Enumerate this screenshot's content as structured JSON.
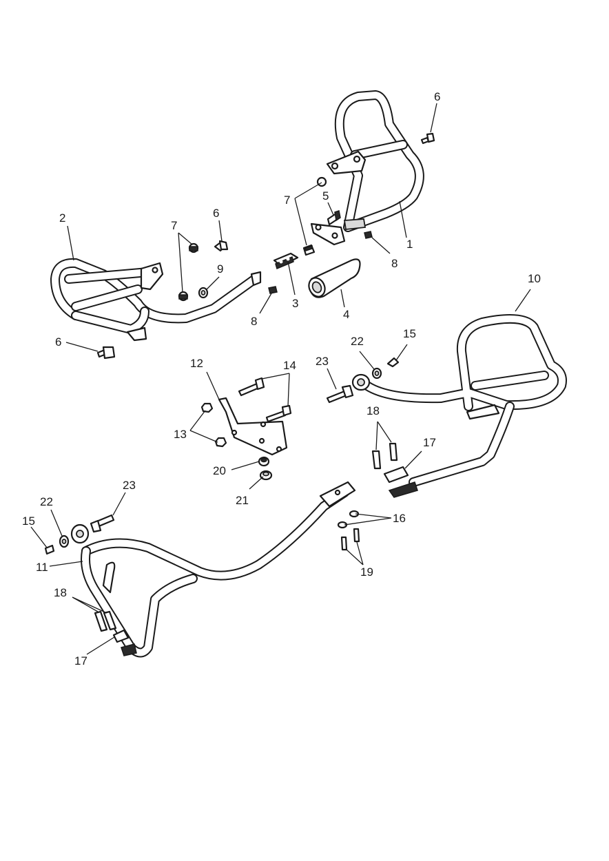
{
  "callouts": {
    "c1": "1",
    "c2": "2",
    "c3": "3",
    "c4": "4",
    "c5": "5",
    "c6a": "6",
    "c6b": "6",
    "c6c": "6",
    "c7a": "7",
    "c7b": "7",
    "c8a": "8",
    "c8b": "8",
    "c9": "9",
    "c10": "10",
    "c11": "11",
    "c12": "12",
    "c13": "13",
    "c14": "14",
    "c15a": "15",
    "c15b": "15",
    "c16": "16",
    "c17a": "17",
    "c17b": "17",
    "c18a": "18",
    "c18b": "18",
    "c19": "19",
    "c20": "20",
    "c21": "21",
    "c22a": "22",
    "c22b": "22",
    "c23a": "23",
    "c23b": "23"
  }
}
